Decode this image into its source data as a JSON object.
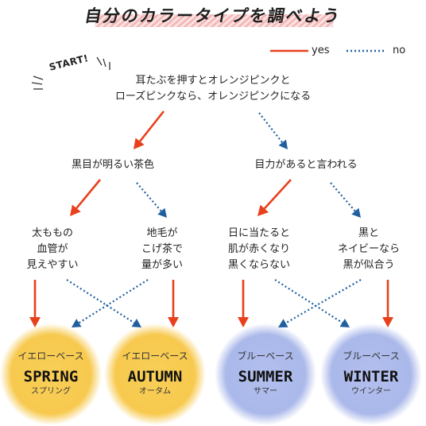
{
  "title": "自分のカラータイプを調べよう",
  "legend": {
    "yes_label": "yes",
    "no_label": "no"
  },
  "colors": {
    "yes": "#e8401c",
    "no": "#1f5fa0",
    "warm": "#f7c94e",
    "cool": "#aab8ea"
  },
  "start_label": "START!",
  "questions": {
    "q1": [
      "耳たぶを押すとオレンジピンクと",
      "ローズピンクなら、オレンジピンクになる"
    ],
    "q2": [
      "黒目が明るい茶色"
    ],
    "q3": [
      "目力があると言われる"
    ],
    "q4": [
      "太ももの",
      "血管が",
      "見えやすい"
    ],
    "q5": [
      "地毛が",
      "こげ茶で",
      "量が多い"
    ],
    "q6": [
      "日に当たると",
      "肌が赤くなり",
      "黒くならない"
    ],
    "q7": [
      "黒と",
      "ネイビーなら",
      "黒が似合う"
    ]
  },
  "types": [
    {
      "base": "イエローベース",
      "name": "SPRING",
      "kana": "スプリング",
      "tone": "warm"
    },
    {
      "base": "イエローベース",
      "name": "AUTUMN",
      "kana": "オータム",
      "tone": "warm"
    },
    {
      "base": "ブルーベース",
      "name": "SUMMER",
      "kana": "サマー",
      "tone": "cool"
    },
    {
      "base": "ブルーベース",
      "name": "WINTER",
      "kana": "ウインター",
      "tone": "cool"
    }
  ]
}
